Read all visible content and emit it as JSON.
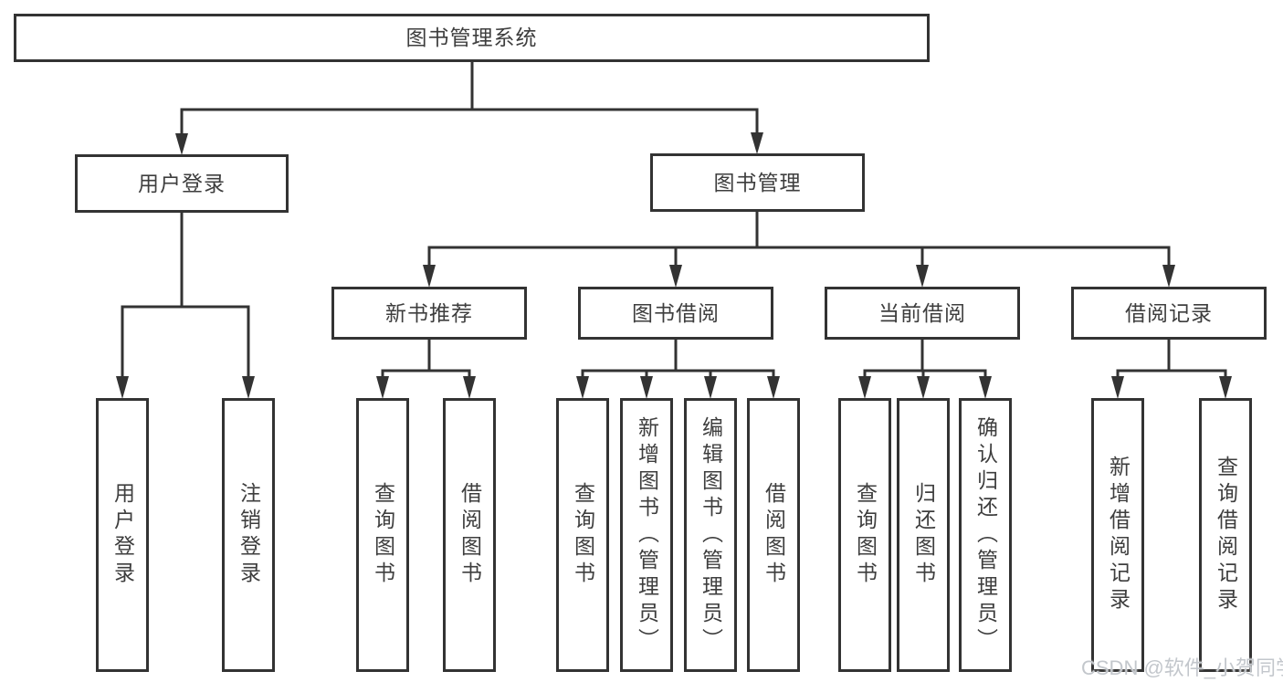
{
  "colors": {
    "line": "#333333",
    "text": "#3e3e3e",
    "box_background": "#ffffff",
    "background": "#ffffff",
    "watermark": "#c3c7cc"
  },
  "watermark": {
    "text": "CSDN @软件_小贺同学"
  },
  "nodes": {
    "root": {
      "label": "图书管理系统"
    },
    "user_login": {
      "label": "用户登录"
    },
    "book_management": {
      "label": "图书管理"
    },
    "new_book_recommend": {
      "label": "新书推荐"
    },
    "book_borrow": {
      "label": "图书借阅"
    },
    "current_borrow": {
      "label": "当前借阅"
    },
    "borrow_records": {
      "label": "借阅记录"
    },
    "leaf_user_login": {
      "label": "用户登录"
    },
    "leaf_logout": {
      "label": "注销登录"
    },
    "leaf_nbr_query_books": {
      "label": "查询图书"
    },
    "leaf_nbr_borrow_books": {
      "label": "借阅图书"
    },
    "leaf_bb_query_books": {
      "label": "查询图书"
    },
    "leaf_bb_add_books": {
      "label": "新增图书（管理员）"
    },
    "leaf_bb_edit_books": {
      "label": "编辑图书（管理员）"
    },
    "leaf_bb_borrow_books": {
      "label": "借阅图书"
    },
    "leaf_cb_query_books": {
      "label": "查询图书"
    },
    "leaf_cb_return_books": {
      "label": "归还图书"
    },
    "leaf_cb_confirm_return": {
      "label": "确认归还（管理员）"
    },
    "leaf_br_add_record": {
      "label": "新增借阅记录"
    },
    "leaf_br_query_record": {
      "label": "查询借阅记录"
    }
  }
}
